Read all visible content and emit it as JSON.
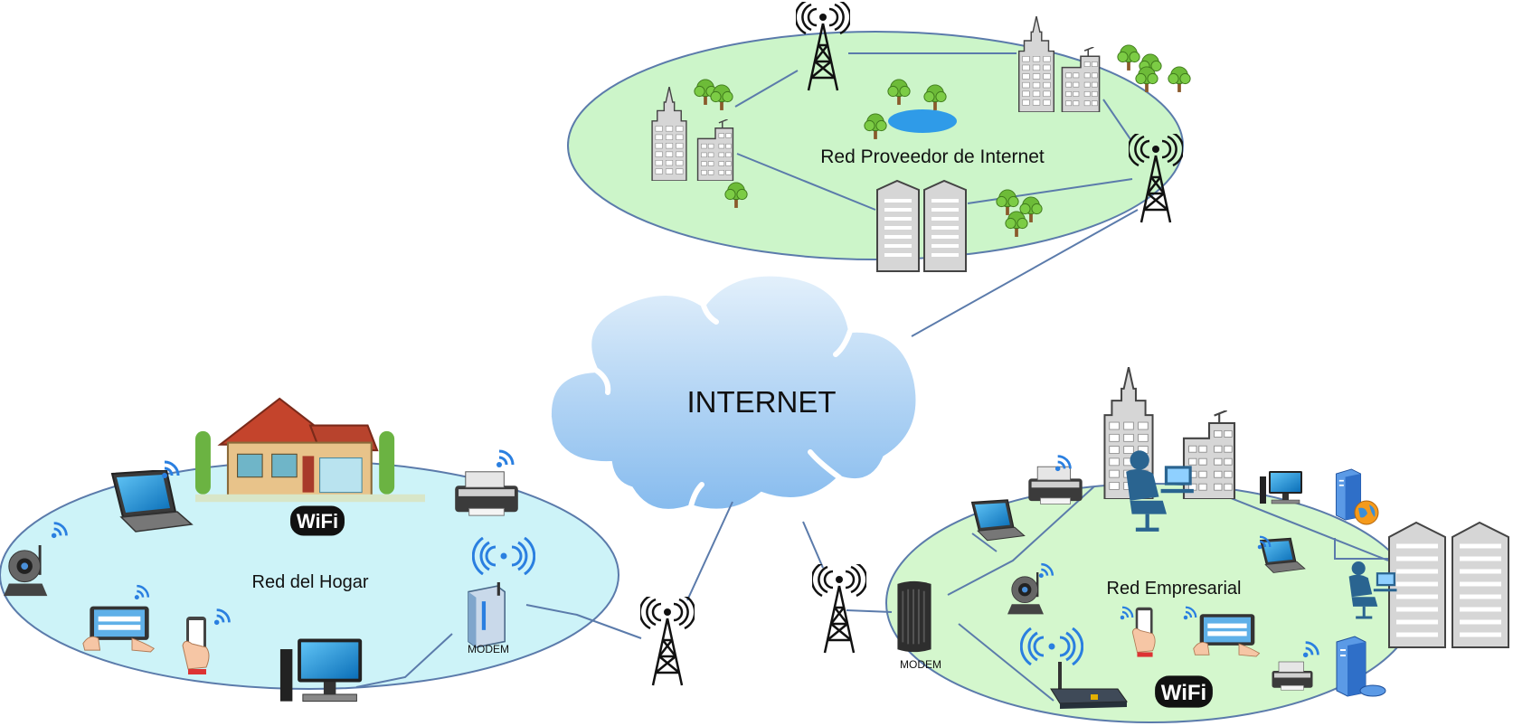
{
  "cloud_label": "INTERNET",
  "networks": {
    "isp": {
      "label": "Red Proveedor de Internet"
    },
    "home": {
      "label": "Red del Hogar",
      "modem_label": "MODEM",
      "wifi_badge": "WiFi"
    },
    "enterprise": {
      "label": "Red Empresarial",
      "modem_label": "MODEM",
      "wifi_badge": "WiFi"
    }
  },
  "colors": {
    "isp_zone": "#ccf5c9",
    "home_zone": "#cdf3f8",
    "enterprise_zone": "#d4f7cd",
    "zone_border": "#5b7bab",
    "link": "#5b7bab",
    "cloud_top": "#ddeefb",
    "cloud_bottom": "#8ec0ee",
    "wifi_wave": "#2a7fe0",
    "tree": "#6fbf3a",
    "building": "#d3d3d3"
  }
}
